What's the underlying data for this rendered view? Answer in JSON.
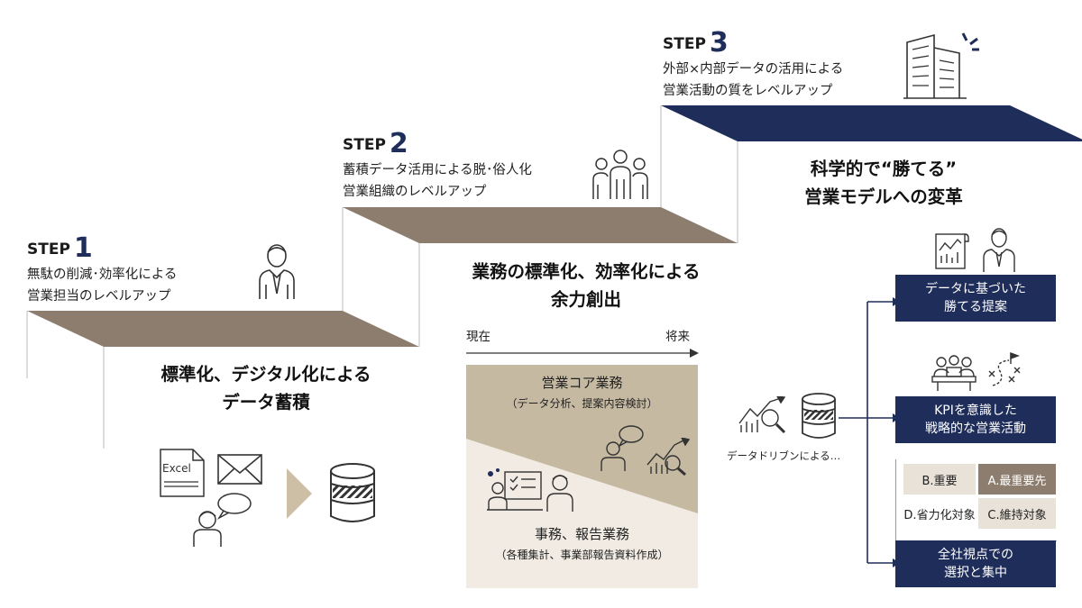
{
  "steps": [
    {
      "label": "STEP",
      "number": "1",
      "lines": [
        "無駄の削減･効率化による",
        "営業担当のレベルアップ"
      ]
    },
    {
      "label": "STEP",
      "number": "2",
      "lines": [
        "蓄積データ活用による脱･俗人化",
        "営業組織のレベルアップ"
      ]
    },
    {
      "label": "STEP",
      "number": "3",
      "lines": [
        "外部×内部データの活用による",
        "営業活動の質をレベルアップ"
      ]
    }
  ],
  "stage1": {
    "heading": [
      "標準化、デジタル化による",
      "データ蓄積"
    ],
    "excel_label": "Excel"
  },
  "stage2": {
    "heading": [
      "業務の標準化、効率化による",
      "余力創出"
    ],
    "axis_start": "現在",
    "axis_end": "将来",
    "core": {
      "title": "営業コア業務",
      "sub": "（データ分析、提案内容検討）"
    },
    "office": {
      "title": "事務、報告業務",
      "sub": "（各種集計、事業部報告資料作成）"
    }
  },
  "stage3": {
    "heading": [
      "科学的で“勝てる”",
      "営業モデルへの変革"
    ],
    "driven_label": "データドリブンによる…",
    "box1": [
      "データに基づいた",
      "勝てる提案"
    ],
    "box2": [
      "KPIを意識した",
      "戦略的な営業活動"
    ],
    "box3": [
      "全社視点での",
      "選択と集中"
    ],
    "matrix": {
      "b": "B.重要",
      "a": "A.最重要先",
      "d": "D.省力化対象",
      "c": "C.維持対象"
    }
  },
  "colors": {
    "navy": "#1f2d5a",
    "taupe": "#8c7d6e",
    "tan": "#c6b9a1",
    "cream": "#f1ebe3",
    "arrow": "#cdbfa5"
  }
}
